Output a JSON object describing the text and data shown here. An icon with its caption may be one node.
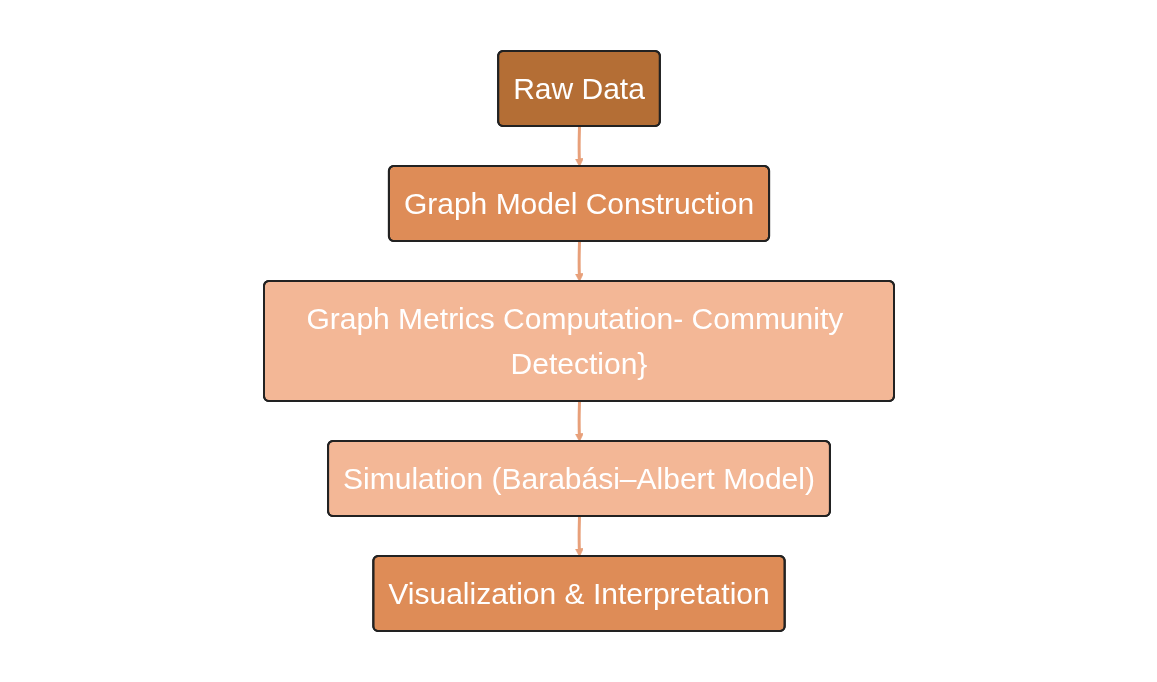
{
  "diagram": {
    "nodes": [
      {
        "text": [
          "Raw Data"
        ]
      },
      {
        "text": [
          "Graph Model Construction"
        ]
      },
      {
        "text": [
          "Graph Metrics Computation- Community Detection}"
        ]
      },
      {
        "text": [
          "Simulation (Barabási–Albert Model)"
        ]
      },
      {
        "text": [
          "Visualization & Interpretation"
        ]
      }
    ],
    "edges": [
      {
        "from": 0,
        "to": 1,
        "arrow": "to"
      },
      {
        "from": 1,
        "to": 2,
        "arrow": "to"
      },
      {
        "from": 2,
        "to": 3,
        "arrow": "to"
      },
      {
        "from": 3,
        "to": 4,
        "arrow": "to"
      }
    ]
  }
}
